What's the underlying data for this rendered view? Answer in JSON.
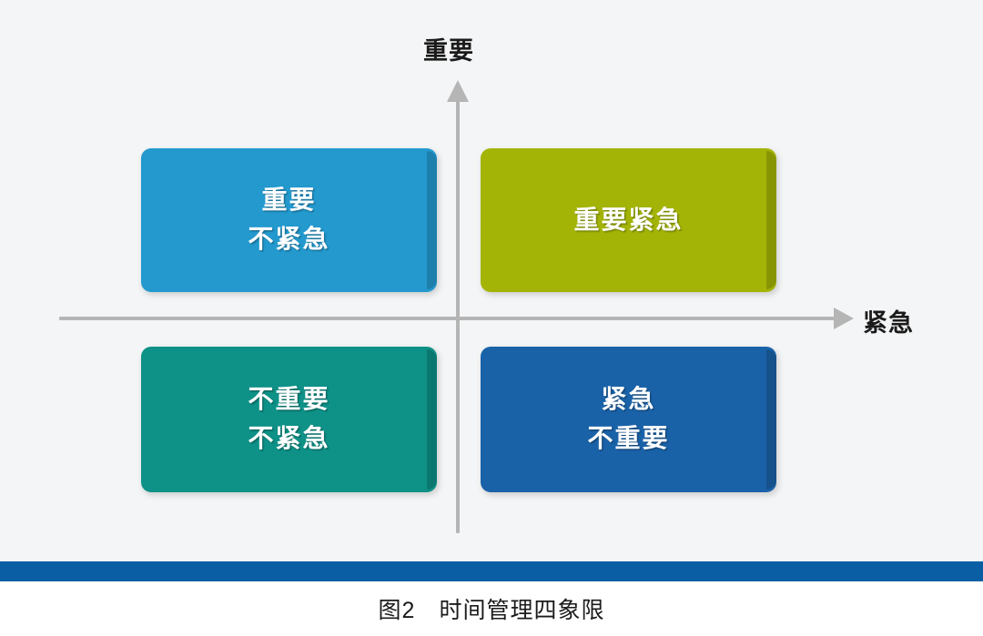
{
  "figure": {
    "background_color": "#f4f5f6",
    "axes": {
      "vertical_label": "重要",
      "horizontal_label": "紧急",
      "line_color": "#b5b5b5"
    },
    "quadrants": [
      {
        "id": "important-not-urgent",
        "position": "top-left",
        "lines": [
          "重要",
          "不紧急"
        ],
        "color": "#2399ce"
      },
      {
        "id": "important-urgent",
        "position": "top-right",
        "lines": [
          "重要紧急"
        ],
        "color": "#a3b406"
      },
      {
        "id": "not-important-not-urgent",
        "position": "bottom-left",
        "lines": [
          "不重要",
          "不紧急"
        ],
        "color": "#0e9187"
      },
      {
        "id": "urgent-not-important",
        "position": "bottom-right",
        "lines": [
          "紧急",
          "不重要"
        ],
        "color": "#1a62a8"
      }
    ],
    "footer": {
      "bar_color": "#0a5fa4",
      "caption": "图2　时间管理四象限"
    }
  }
}
